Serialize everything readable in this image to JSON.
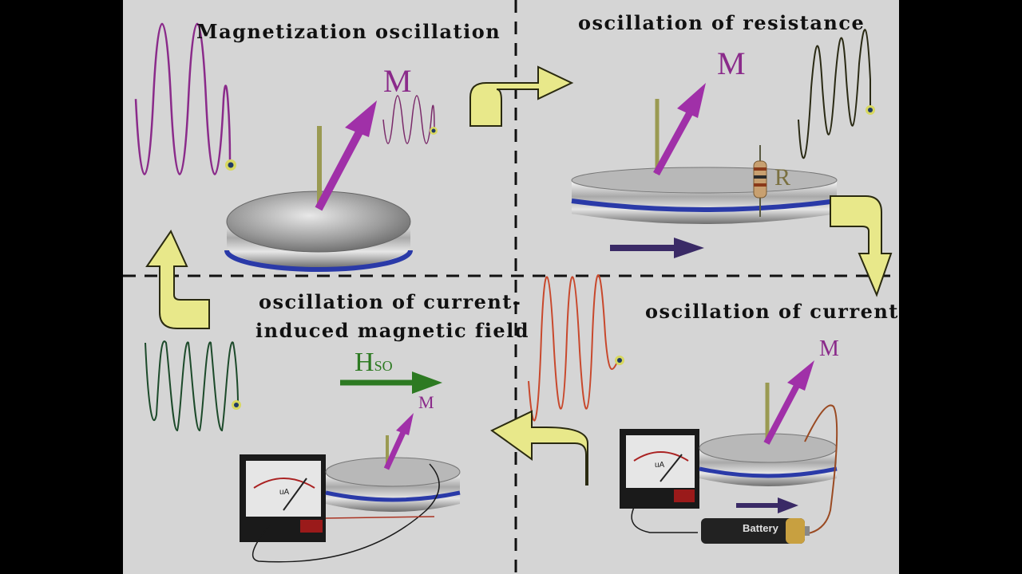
{
  "panels": {
    "top_left": {
      "title": "Magnetization oscillation",
      "vector_label": "M"
    },
    "top_right": {
      "title": "oscillation of resistance",
      "vector_label": "M",
      "resistor_label": "R"
    },
    "bottom_right": {
      "title": "oscillation of current",
      "vector_label": "M",
      "battery_label": "Battery"
    },
    "bottom_left": {
      "title_line1": "oscillation of current-",
      "title_line2": "induced magnetic field",
      "field_label": "H",
      "field_subscript": "SO",
      "vector_label": "M"
    }
  },
  "meter": {
    "unit_label": "uA"
  },
  "colors": {
    "background": "#d5d5d5",
    "magnetization": "#9b2a9b",
    "resistance_wave": "#2a2a14",
    "current_wave": "#c8482c",
    "field_wave": "#1c4a2a",
    "field_arrow": "#2d7a22",
    "current_arrow": "#3a2a66",
    "cycle_arrow": "#e8e88a"
  }
}
